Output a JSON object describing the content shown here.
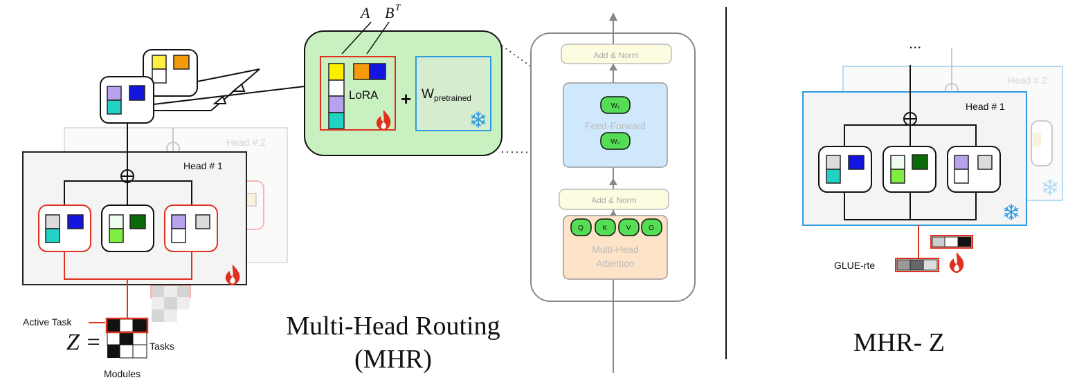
{
  "lora_block": {
    "label_A": "A",
    "label_BT": "B",
    "label_BT_sup": "T",
    "lora_label": "LoRA",
    "plus": "+",
    "w_main": "W",
    "w_sub": "pretrained"
  },
  "transformer": {
    "add_norm_top": "Add & Norm",
    "add_norm_bottom": "Add & Norm",
    "feed_forward": "Feed-Forward",
    "w1": "W₁",
    "w0": "W₀",
    "attention_line1": "Multi-Head",
    "attention_line2": "Attention",
    "qkvo": [
      "Q",
      "K",
      "V",
      "O"
    ]
  },
  "mhr": {
    "head1": "Head # 1",
    "head2": "Head # 2",
    "active_task": "Active Task",
    "z_label": "Z =",
    "tasks": "Tasks",
    "modules": "Modules",
    "title_line1": "Multi-Head Routing",
    "title_line2": "(MHR)"
  },
  "mhr_z": {
    "ellipsis": "...",
    "head1": "Head # 1",
    "head2": "Head # 2",
    "task_label": "GLUE-rte",
    "title": "MHR- Z"
  },
  "colors": {
    "red": "#e0301e",
    "blue_border": "#2d9be0",
    "lora_green": "#c8f0c0",
    "ff_blue": "#cfe8fb",
    "attention_orange": "#fde3c8",
    "addnorm_yellow": "#fdfbe0",
    "module_green": "#55dd55"
  },
  "icons": [
    "fire-icon",
    "snowflake-icon"
  ]
}
